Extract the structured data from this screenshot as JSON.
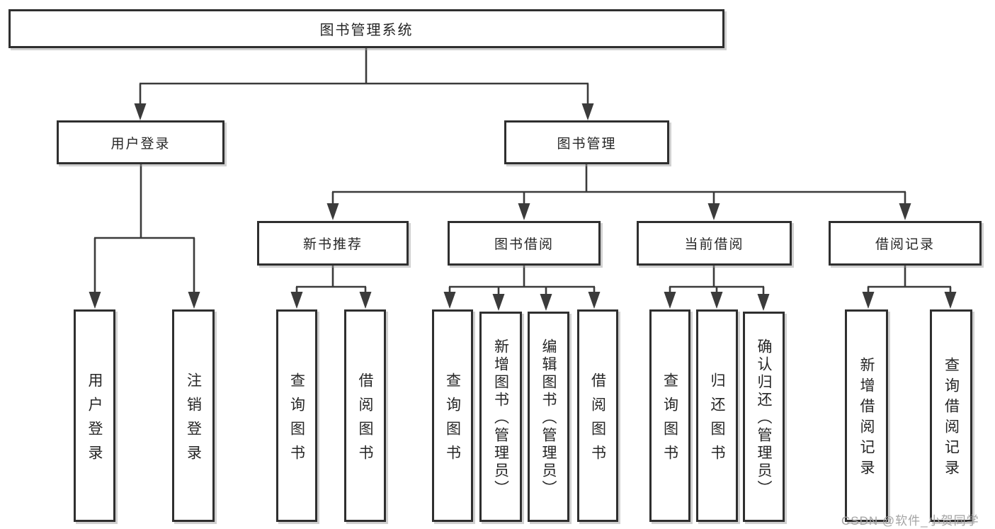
{
  "tree": {
    "root": {
      "label": "图书管理系统",
      "children": [
        {
          "label": "用户登录",
          "children": [
            {
              "label": "用户登录"
            },
            {
              "label": "注销登录"
            }
          ]
        },
        {
          "label": "图书管理",
          "children": [
            {
              "label": "新书推荐",
              "children": [
                {
                  "label": "查询图书"
                },
                {
                  "label": "借阅图书"
                }
              ]
            },
            {
              "label": "图书借阅",
              "children": [
                {
                  "label": "查询图书"
                },
                {
                  "label": "新增图书（管理员）"
                },
                {
                  "label": "编辑图书（管理员）"
                },
                {
                  "label": "借阅图书"
                }
              ]
            },
            {
              "label": "当前借阅",
              "children": [
                {
                  "label": "查询图书"
                },
                {
                  "label": "归还图书"
                },
                {
                  "label": "确认归还（管理员）"
                }
              ]
            },
            {
              "label": "借阅记录",
              "children": [
                {
                  "label": "新增借阅记录"
                },
                {
                  "label": "查询借阅记录"
                }
              ]
            }
          ]
        }
      ]
    }
  },
  "watermark": {
    "text": "CSDN @软件_小贺同学"
  },
  "colors": {
    "line": "#3b3b3b",
    "box_border": "#2f2f2f",
    "text": "#262626",
    "watermark": "#a3a3a3",
    "background": "#ffffff"
  }
}
